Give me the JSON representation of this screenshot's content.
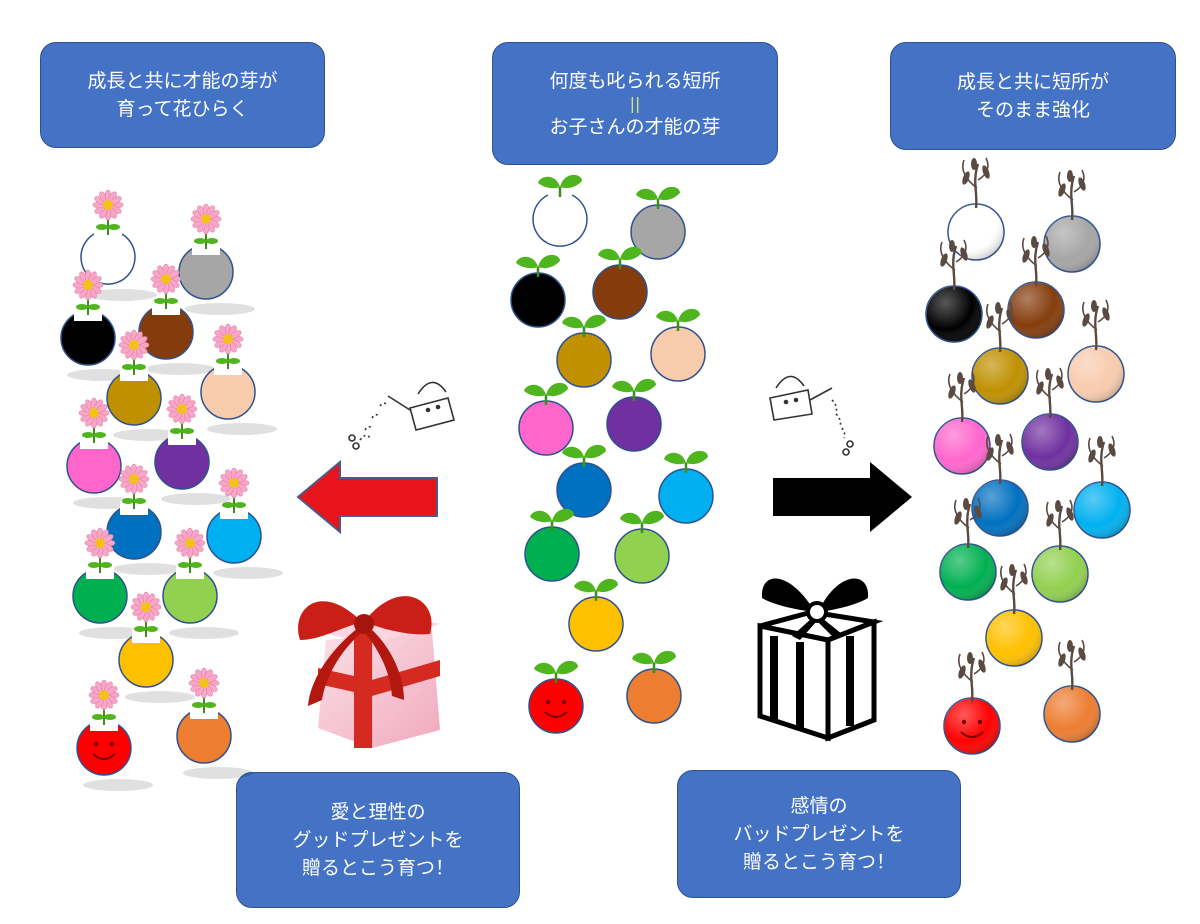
{
  "boxes": {
    "top_left": {
      "line1": "成長と共に才能の芽が",
      "line2": "育って花ひらく"
    },
    "top_center": {
      "line1": "何度も叱られる短所",
      "equals": "||",
      "line2": "お子さんの才能の芽"
    },
    "top_right": {
      "line1": "成長と共に短所が",
      "line2": "そのまま強化"
    },
    "bottom_left": {
      "line1": "愛と理性の",
      "line2": "グッドプレゼントを",
      "line3": "贈るとこう育つ！"
    },
    "bottom_right": {
      "line1": "感情の",
      "line2": "バッドプレゼントを",
      "line3": "贈るとこう育つ！"
    }
  },
  "colors": {
    "box_fill": "#4472c4",
    "left_arrow": "#e8141c",
    "right_arrow": "#000000",
    "gift_box": "#f6c6d3",
    "gift_ribbon": "#d42a1f",
    "sprout": "#4fb51e",
    "flower_petal": "#f7a6c8",
    "flower_center": "#f2c21a",
    "wilted": "#5a4a42"
  },
  "pots": [
    {
      "color": "#ffffff",
      "kind": "hollow",
      "pos": 1
    },
    {
      "color": "#a6a6a6",
      "pos": 2
    },
    {
      "color": "#000000",
      "pos": 3
    },
    {
      "color": "#843c0c",
      "pos": 4
    },
    {
      "color": "#bf9000",
      "pos": 5
    },
    {
      "color": "#f8cbad",
      "pos": 6
    },
    {
      "color": "#ff66cc",
      "pos": 7
    },
    {
      "color": "#7030a0",
      "pos": 8
    },
    {
      "color": "#0070c0",
      "pos": 9
    },
    {
      "color": "#00b0f0",
      "pos": 10
    },
    {
      "color": "#00b050",
      "pos": 11
    },
    {
      "color": "#92d050",
      "pos": 12
    },
    {
      "color": "#ffc000",
      "pos": 13
    },
    {
      "color": "#ff0000",
      "kind": "smiley",
      "pos": 14
    },
    {
      "color": "#ed7d31",
      "pos": 15
    }
  ]
}
